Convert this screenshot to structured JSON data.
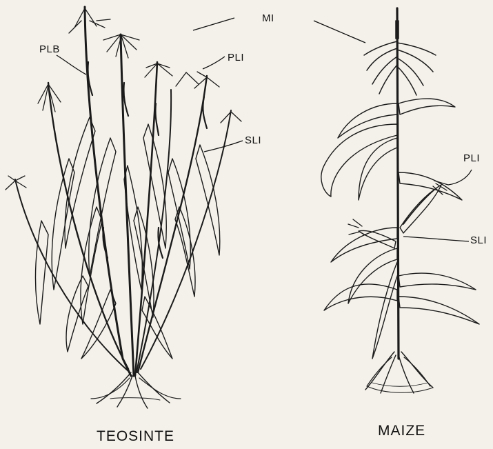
{
  "labels": {
    "mi": "MI",
    "plb": "PLB",
    "pli_teosinte": "PLI",
    "sli_teosinte": "SLI",
    "pli_maize": "PLI",
    "sli_maize": "SLI"
  },
  "titles": {
    "teosinte": "TEOSINTE",
    "maize": "MAIZE"
  },
  "colors": {
    "ink": "#1b1b1b",
    "paper": "#f4f1ea"
  }
}
